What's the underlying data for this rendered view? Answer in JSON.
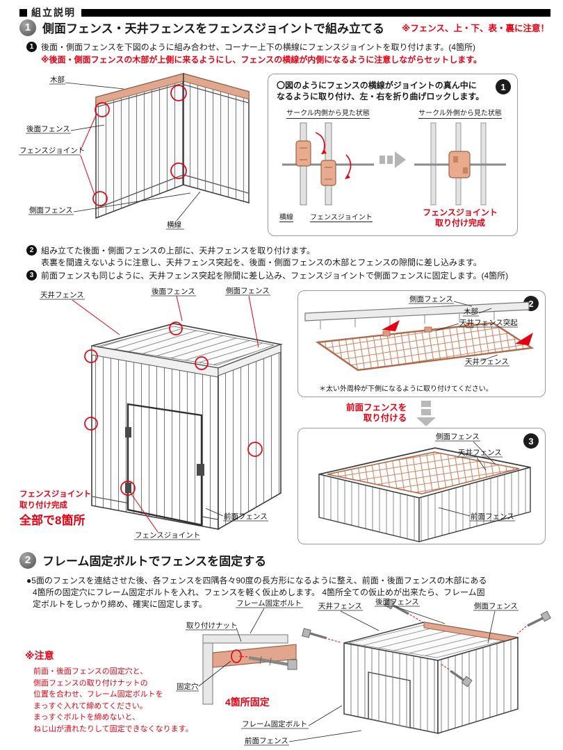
{
  "header": {
    "title": "組立説明"
  },
  "section1": {
    "num": "1",
    "title": "側面フェンス・天井フェンスをフェンスジョイントで組み立てる",
    "note": "※フェンス、上・下、表・裏に注意！",
    "steps": {
      "s1_num": "1",
      "s1": "後面・側面フェンスを下図のように組み合わせ、コーナー上下の横線にフェンスジョイントを取り付けます。(4箇所)",
      "s1_warning": "※後面・側面フェンスの木部が上側に来るようにし、フェンスの横線が内側になるように注意しながらセットします。",
      "s2_num": "2",
      "s2a": "組み立てた後面・側面フェンスの上部に、天井フェンスを取り付けます。",
      "s2b": "表裏を間違えないように注意し、天井フェンス突起を、後面・側面フェンスの木部とフェンスの隙間に差し込みます。",
      "s3_num": "3",
      "s3": "前面フェンスも同じように、天井フェンス突起を隙間に差し込み、フェンスジョイントで側面フェンスに固定します。(4箇所)"
    },
    "diagram_corner": {
      "wood": "木部",
      "rear": "後面フェンス",
      "joint": "フェンスジョイント",
      "side": "側面フェンス",
      "hline": "横線"
    },
    "callout1": {
      "badge": "1",
      "line1": "〇図のようにフェンスの横線がジョイントの真ん中に",
      "line2": "なるように取り付け、左・右を折り曲げロックします。",
      "inside_title": "サークル内側から見た状態",
      "outside_title": "サークル外側から見た状態",
      "hline": "横線",
      "joint": "フェンスジョイント",
      "done1": "フェンスジョイント",
      "done2": "取り付け完成"
    },
    "diagram_cage": {
      "ceiling": "天井フェンス",
      "rear": "後面フェンス",
      "side": "側面フェンス",
      "front": "前面フェンス",
      "joint": "フェンスジョイント",
      "done1": "フェンスジョイント",
      "done2": "取り付け完成",
      "done3": "全部で8箇所"
    },
    "callout2": {
      "badge": "2",
      "side": "側面フェンス",
      "wood": "木部",
      "protrusion": "天井フェンス突起",
      "ceiling": "天井フェンス",
      "note": "＊太い外周枠が下側になるように取り付けてください。"
    },
    "attach_front": {
      "line1": "前面フェンスを",
      "line2": "取り付ける"
    },
    "callout3": {
      "badge": "3",
      "side": "側面フェンス",
      "ceiling": "天井フェンス",
      "front": "前面フェンス"
    }
  },
  "section2": {
    "num": "2",
    "title": "フレーム固定ボルトでフェンスを固定する",
    "body1": "●5面のフェンスを連結させた後、各フェンスを四隅各々90度の長方形になるように整え、前面・後面フェンスの木部にある",
    "body2": "4箇所の固定穴にフレーム固定ボルトを入れ、フェンスを軽く仮止めします。 4箇所全ての仮止めが出来たら、フレーム固",
    "body3": "定ボルトをしっかり締め、確実に固定します。",
    "caution_title": "※注意",
    "caution": [
      "前面・後面フェンスの固定穴と、",
      "側面フェンスの取り付けナットの",
      "位置を合わせ、フレーム固定ボルトを",
      "まっすぐ入れて締めてください。",
      "まっすぐボルトを締めないと、",
      "ねじ山が潰れたりして固定できなくなります。"
    ],
    "diagram_bolt": {
      "bolt": "フレーム固定ボルト",
      "nut": "取り付けナット",
      "hole": "固定穴",
      "fix4": "4箇所固定"
    },
    "diagram_cage2": {
      "ceiling": "天井フェンス",
      "rear": "後面フェンス",
      "side": "側面フェンス",
      "bolt": "フレーム固定ボルト",
      "front": "前面フェンス"
    }
  },
  "colors": {
    "accent_red": "#e60012",
    "salmon": "#dd9d82"
  }
}
